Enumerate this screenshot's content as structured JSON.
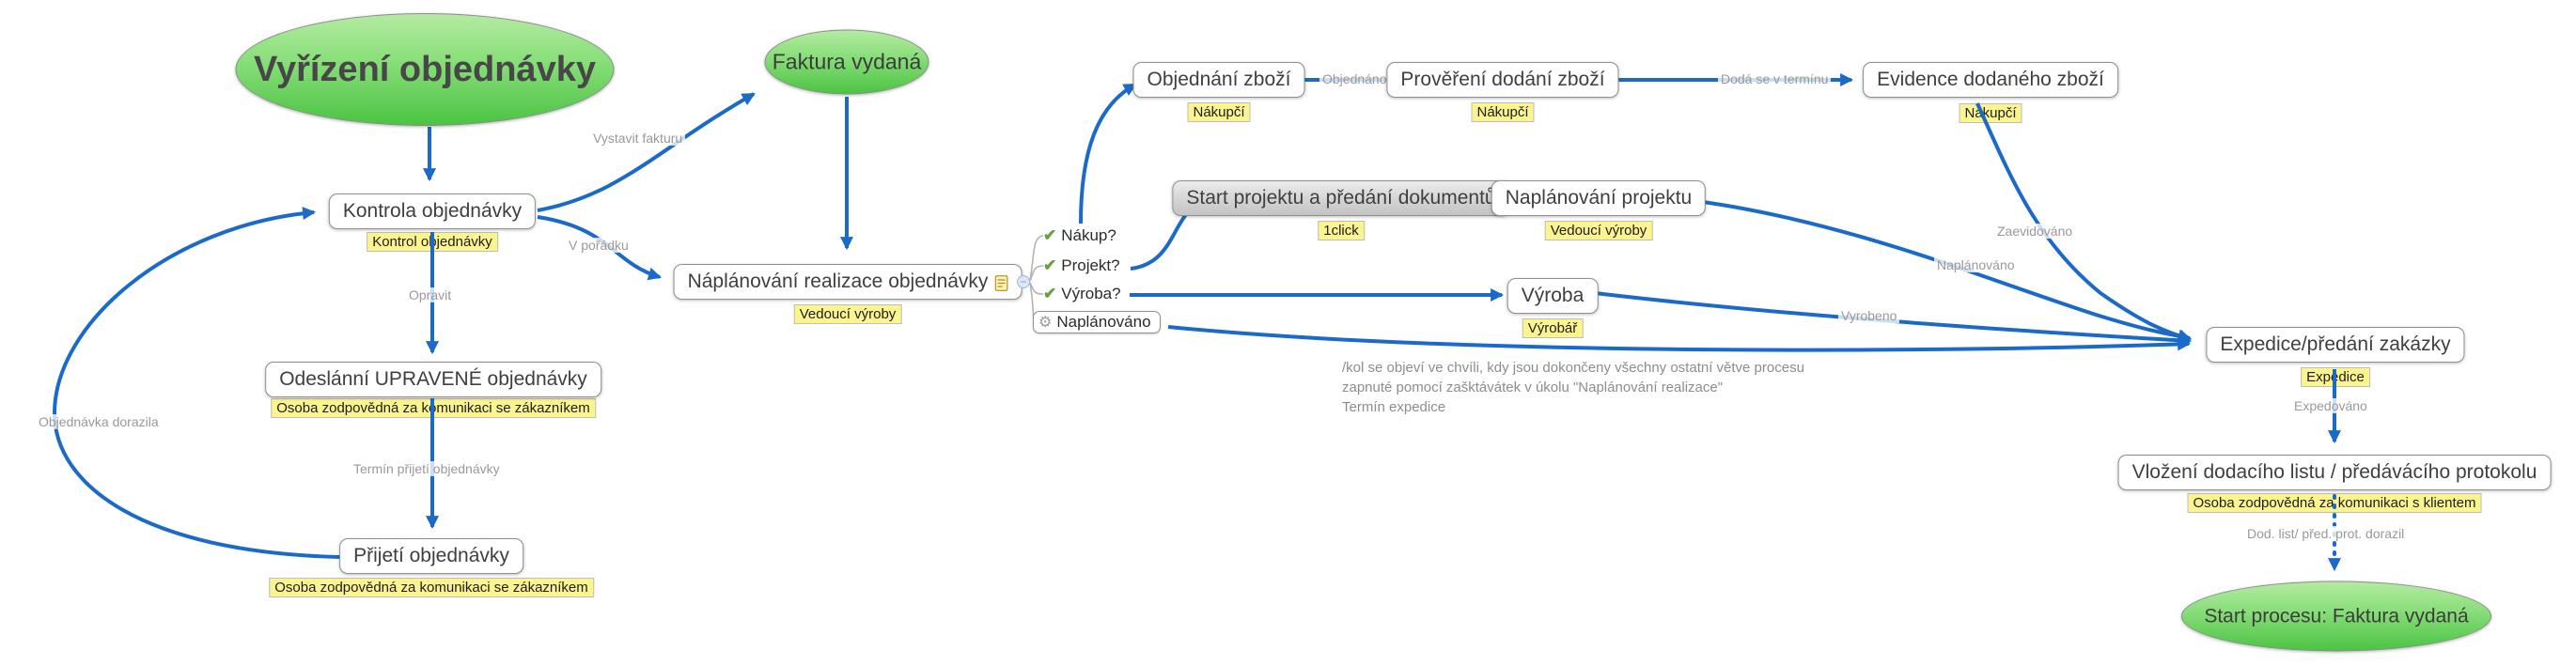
{
  "nodes": {
    "start": {
      "label": "Vyřízení objednávky"
    },
    "kontrola": {
      "label": "Kontrola objednávky",
      "role": "Kontrol objednávky"
    },
    "faktura": {
      "label": "Faktura vydaná"
    },
    "naplanovani_realizace": {
      "label": "Náplánování realizace objednávky",
      "role": "Vedoucí výroby"
    },
    "odeslani": {
      "label": "Odeslánní UPRAVENÉ objednávky",
      "role": "Osoba zodpovědná za komunikaci se zákazníkem"
    },
    "prijeti": {
      "label": "Přijetí objednávky",
      "role": "Osoba zodpovědná za komunikaci se zákazníkem"
    },
    "objednani_zbozi": {
      "label": "Objednání zboží",
      "role": "Nákupčí"
    },
    "provereni_dodani": {
      "label": "Prověření dodání zboží",
      "role": "Nákupčí"
    },
    "evidence": {
      "label": "Evidence dodaného zboží",
      "role": "Nákupčí"
    },
    "start_projektu": {
      "label": "Start projektu a předání dokumentů",
      "role": "1click"
    },
    "naplanovani_projektu": {
      "label": "Naplánování projektu",
      "role": "Vedoucí výroby"
    },
    "vyroba": {
      "label": "Výroba",
      "role": "Výrobář"
    },
    "expedice": {
      "label": "Expedice/předání zakázky",
      "role": "Expedice"
    },
    "vlozeni": {
      "label": "Vložení dodacího listu / předávácího protokolu",
      "role": "Osoba zodpovědná za komunikaci s klientem"
    },
    "start_procesu": {
      "label": "Start procesu: Faktura vydaná"
    }
  },
  "checklist": {
    "nakup": {
      "label": "Nákup?"
    },
    "projekt": {
      "label": "Projekt?"
    },
    "vyroba": {
      "label": "Výroba?"
    },
    "naplanovano": {
      "label": "Naplánováno"
    }
  },
  "icons": {
    "check_glyph": "✔",
    "gear_glyph": "⚙",
    "collapse_glyph": "−"
  },
  "edge_labels": {
    "vystavit_fakturu": "Vystavit fakturu",
    "v_poradku": "V pořádku",
    "opravit": "Opravit",
    "termin_prijeti": "Termín přijetí objednávky",
    "objednavka_dorazila": "Objednávka dorazila",
    "objednano": "Objednáno",
    "doda_se": "Dodá se v termínu",
    "zaevidovano": "Zaevidováno",
    "naplanovano": "Naplánováno",
    "vyrobeno": "Vyrobeno",
    "expedovano": "Expedováno",
    "dod_list": "Dod. list/ před. prot. dorazil"
  },
  "note": {
    "line1": "/kol se objeví ve chvíli, kdy jsou dokončeny všechny ostatní větve procesu",
    "line2": "zapnuté pomocí zašktávátek v úkolu \"Naplánování realizace\"",
    "line3": "Termín expedice"
  },
  "colors": {
    "edge_blue": "#1b6ac9",
    "label_yellow": "#fbf48f",
    "node_green": "#4cc443",
    "connector_gray": "#b3b3b3"
  }
}
